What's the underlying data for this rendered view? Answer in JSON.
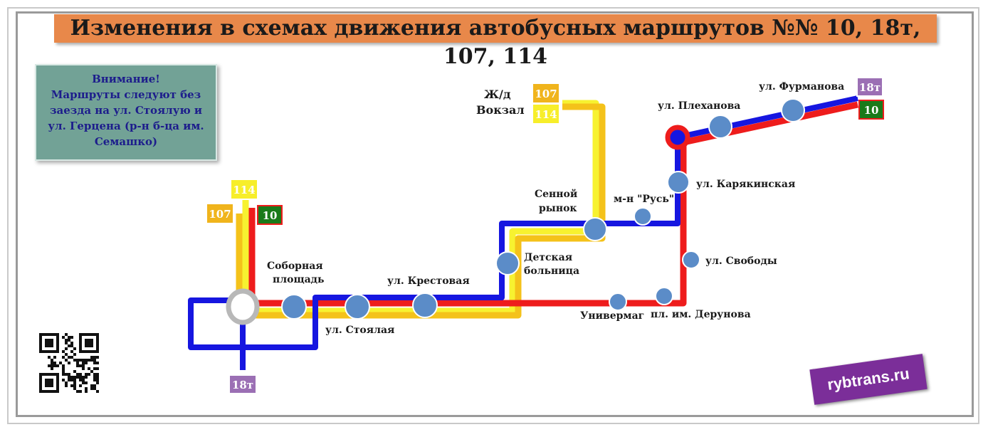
{
  "title": "Изменения в схемах движения автобусных маршрутов №№ 10, 18т, 107, 114",
  "notice": {
    "lines": [
      "Внимание!",
      "Маршруты следуют без",
      "заезда на ул. Стоялую и",
      "ул. Герцена (р-н б-ца им.",
      "Семашко)"
    ]
  },
  "route_colors": {
    "r10": "#ee1c1c",
    "r18t": "#1616e0",
    "r107": "#f4c21a",
    "r114": "#f7f230"
  },
  "badge_colors": {
    "r10": "#1a7a1a",
    "r18t": "#9b6fb4",
    "r107": "#f0b41c",
    "r114": "#f7ee2a"
  },
  "badges": {
    "b107_vokzal": "107",
    "b114_vokzal": "114",
    "b114_left": "114",
    "b107_left": "107",
    "b10_left": "10",
    "b18t_bottom": "18т",
    "b18t_right": "18т",
    "b10_right": "10"
  },
  "labels": {
    "vokzal_1": "Ж/д",
    "vokzal_2": "Вокзал",
    "plekhanova": "ул. Плеханова",
    "furmanova": "ул. Фурманова",
    "karyakinskaya": "ул. Карякинская",
    "sennoy_1": "Сенной",
    "sennoy_2": "рынок",
    "rus": "м-н \"Русь\"",
    "detskaya_1": "Детская",
    "detskaya_2": "больница",
    "svobody": "ул. Свободы",
    "sobornaya_1": "Соборная",
    "sobornaya_2": "площадь",
    "krestovaya": "ул. Крестовая",
    "stoyalaya": "ул. Стоялая",
    "univermag": "Универмаг",
    "derunova": "пл. им. Дерунова"
  },
  "logo_text": "rybtrans.ru"
}
